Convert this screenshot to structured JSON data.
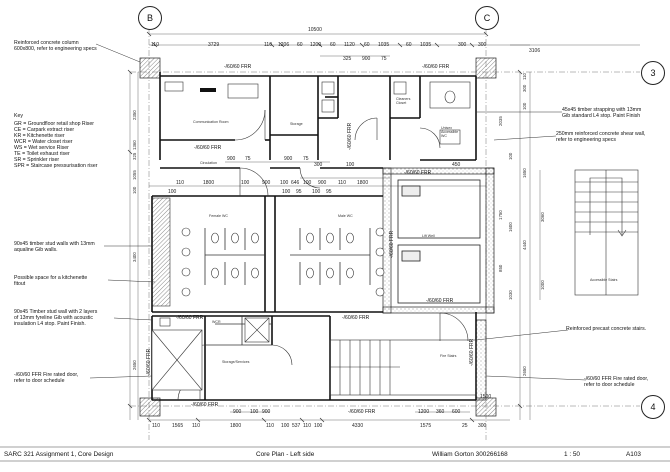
{
  "grid": {
    "col_b": "B",
    "col_c": "C",
    "row_3": "3",
    "row_4": "4"
  },
  "dims": {
    "overall": "10500",
    "top": [
      "110",
      "3729",
      "110",
      "1206",
      "60",
      "1200",
      "60",
      "1120",
      "60",
      "1035",
      "60",
      "1035",
      "300",
      "300"
    ],
    "top_right": "3106",
    "top2": [
      "325",
      "900",
      "75"
    ],
    "row2": [
      "900",
      "75",
      "900",
      "75"
    ],
    "row3": [
      "110",
      "1800",
      "100",
      "900",
      "100",
      "646",
      "100",
      "900",
      "110",
      "1800"
    ],
    "row3b": [
      "100",
      "95",
      "100",
      "95"
    ],
    "bot_a": [
      "900",
      "100",
      "900"
    ],
    "bot": [
      "110",
      "1565",
      "110",
      "1800",
      "110",
      "100",
      "537",
      "110",
      "100",
      "4330",
      "1575",
      "25",
      "300"
    ],
    "bot_r": [
      "1200",
      "360",
      "600"
    ],
    "left": [
      "2350",
      "325",
      "1055",
      "100",
      "1360",
      "3400",
      "2650"
    ],
    "mid": [
      "2035",
      "1750",
      "850",
      "1030",
      "100",
      "1600"
    ],
    "right": [
      "3060",
      "1650",
      "4440",
      "2650",
      "100",
      "300",
      "110",
      "1000"
    ],
    "small": [
      "1500",
      "100",
      "300",
      "100",
      "450"
    ]
  },
  "rooms": {
    "communication": "Communication Room",
    "cleaners": "Cleaners\nCloset",
    "storage": "Storage",
    "circulation": "Circulation",
    "unisex_accessible": "Unisex\nAccessible\nWC",
    "female_wc": "Female WC",
    "male_wc": "Male WC",
    "lift": "Lift Well",
    "wcr": "WCR",
    "storage_services": "Storage/Services",
    "fire_stairs": "Fire Stairs",
    "accessible_stairs": "Accessible Stairs"
  },
  "frr": {
    "f1": "-/60/60 FRR",
    "f2": "-/60/60 FRR",
    "f3": "-/60/60 FRR",
    "f4": "-/60/60 FRR",
    "f5": "-/60/60 FRR",
    "f6": "-/60/60 FRR",
    "f7": "-/60/60 FRR",
    "f8": "-/60/60 FRR",
    "f9": "-/60/60 FRR",
    "f10": "-/60/60 FRR",
    "f11": "-/60/60 FRR",
    "f12": "-/60/60 FRR",
    "f13": "-/60/60 FRR"
  },
  "notes": {
    "column": "Reinforced concrete column\n600x800, refer to engineering specs",
    "key_title": "Key",
    "key_items": [
      "GR = Groundfloor retail shop Riser",
      "CE = Carpark extract riser",
      "KR = Kitchenette riser",
      "WCR = Water closet riser",
      "WS = Wet service Riser",
      "TE = Toilet exhaust riser",
      "SR = Sprinkler riser",
      "SPR = Staircase pressurisation riser"
    ],
    "stud_13": "90x45 timber stud walls with 13mm\naqualine Gib walls.",
    "kitchenette": "Possible space for a kitchenette\nfitout",
    "stud_acoustic": "90x45 Timber stud wall with 2 layers\nof 13mm fyreline Gib with acoustic\ninsulation L4 stop. Paint Finish.",
    "fire_door_left": "-/60/60 FFR Fire rated door,\nrefer to door schedule",
    "strapping": "45x45 timber strapping with 13mm\nGib standard L4 stop. Paint Finish",
    "shear_wall": "250mm reinforced concrete shear wall,\nrefer to engineering specs",
    "precast_stairs": "Reinforced precast concrete stairs.",
    "fire_door_right": "-/60/60 FFR Fire rated door,\nrefer to door schedule"
  },
  "title_block": {
    "course": "SARC 321 Assignment 1, Core Design",
    "drawing": "Core Plan - Left side",
    "author": "William Gorton 300266168",
    "scale": "1 : 50",
    "sheet": "A103"
  }
}
